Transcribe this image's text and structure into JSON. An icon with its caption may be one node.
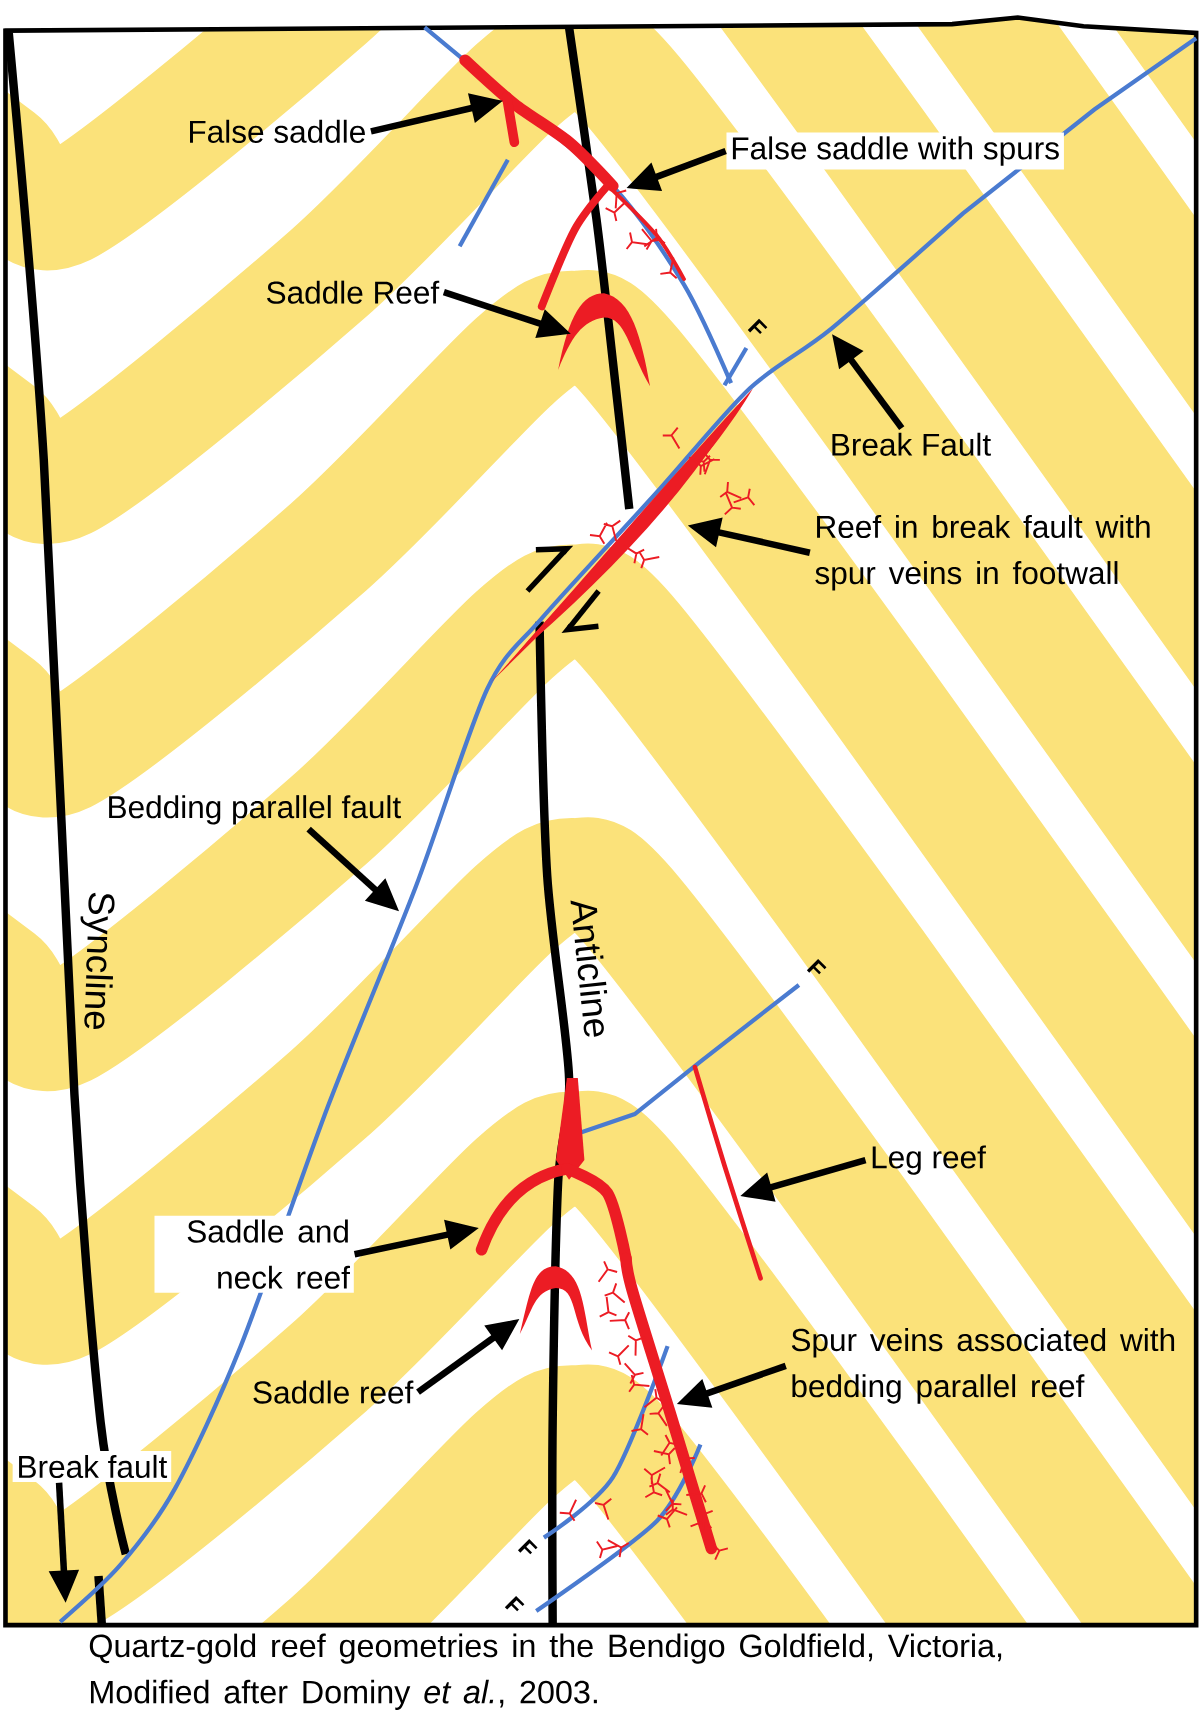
{
  "diagram": {
    "caption": "Quartz-gold reef geometries in the Bendigo Goldfield, Victoria, Modified after Dominy *et al.*, 2003.",
    "nodes": [
      {
        "text": [
          "False saddle"
        ]
      },
      {
        "text": [
          "False saddle with spurs"
        ]
      },
      {
        "text": [
          "Saddle Reef"
        ]
      },
      {
        "text": [
          "Break Fault"
        ]
      },
      {
        "text": [
          "Reef in break fault with spur veins in footwall"
        ]
      },
      {
        "text": [
          "Bedding parallel fault"
        ]
      },
      {
        "text": [
          "Leg reef"
        ]
      },
      {
        "text": [
          "Saddle and neck reef"
        ]
      },
      {
        "text": [
          "Spur veins associated with bedding parallel reef"
        ]
      },
      {
        "text": [
          "Saddle reef"
        ]
      },
      {
        "text": [
          "Break fault"
        ]
      },
      {
        "text": [],
        "shape": "line"
      },
      {
        "text": [],
        "shape": "line"
      },
      {
        "text": [],
        "shape": "crescent"
      },
      {
        "text": [],
        "shape": "lens"
      },
      {
        "text": [],
        "shape": "line"
      },
      {
        "text": [],
        "shape": "fork"
      },
      {
        "text": [],
        "shape": "line"
      },
      {
        "text": [],
        "shape": "crescent"
      }
    ],
    "edges": [
      {
        "from": 0,
        "to": 11,
        "arrow": "to"
      },
      {
        "from": 1,
        "to": 12,
        "arrow": "to"
      },
      {
        "from": 2,
        "to": 13,
        "arrow": "to"
      },
      {
        "from": 3,
        "to": null,
        "arrow": "to"
      },
      {
        "from": 4,
        "to": 14,
        "arrow": "to"
      },
      {
        "from": 5,
        "to": null,
        "arrow": "to"
      },
      {
        "from": 6,
        "to": 15,
        "arrow": "to"
      },
      {
        "from": 7,
        "to": 16,
        "arrow": "to"
      },
      {
        "from": 8,
        "to": 17,
        "arrow": "to"
      },
      {
        "from": 9,
        "to": 18,
        "arrow": "to"
      },
      {
        "from": 10,
        "to": null,
        "arrow": "to"
      }
    ],
    "labels": [
      "Syncline",
      "Anticline",
      "F",
      "F",
      "F",
      "F"
    ]
  }
}
